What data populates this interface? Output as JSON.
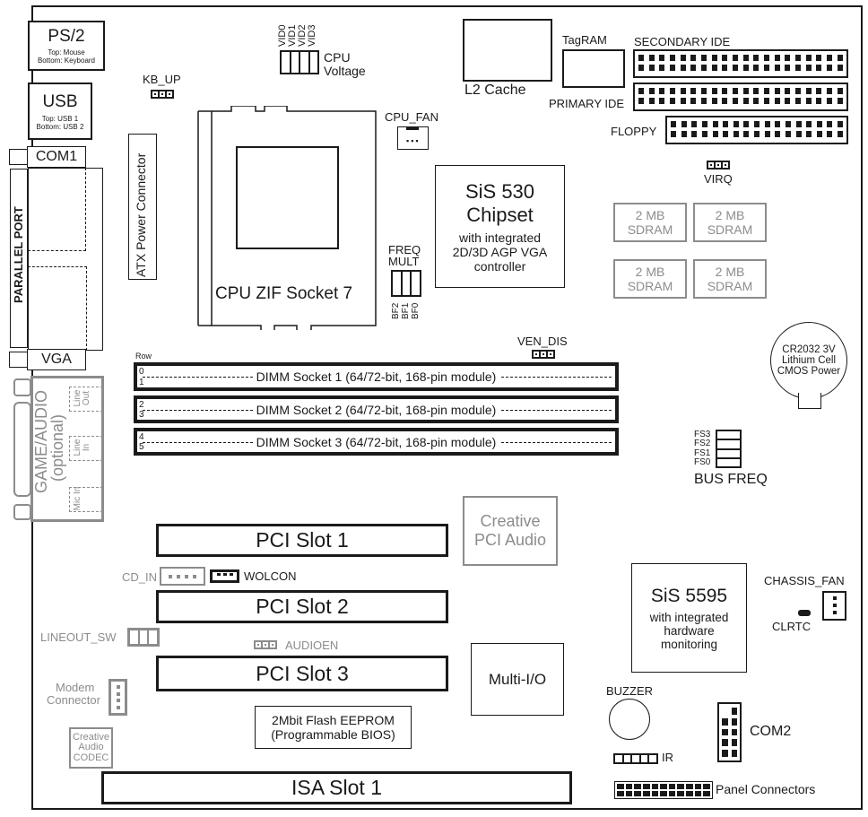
{
  "title": "Motherboard Layout (SiS 530 / Socket 7)",
  "rear_io": {
    "ps2": {
      "label": "PS/2",
      "sub1": "Top: Mouse",
      "sub2": "Bottom: Keyboard"
    },
    "usb": {
      "label": "USB",
      "sub1": "Top: USB 1",
      "sub2": "Bottom: USB 2"
    },
    "com1": "COM1",
    "parallel": "PARALLEL PORT",
    "vga": "VGA",
    "game_audio": {
      "label": "GAME/AUDIO",
      "sub": "(optional)",
      "jacks": [
        "Line Out",
        "Line In",
        "Mic In"
      ]
    }
  },
  "jumpers": {
    "kb_up": "KB_UP",
    "vid": [
      "VID0",
      "VID1",
      "VID2",
      "VID3"
    ],
    "cpu_voltage": "CPU Voltage",
    "freq_mult": "FREQ MULT",
    "bf": [
      "BF2",
      "BF1",
      "BF0"
    ],
    "ven_dis": "VEN_DIS",
    "virq": "VIRQ",
    "bus_freq": "BUS FREQ",
    "fs": [
      "FS3",
      "FS2",
      "FS1",
      "FS0"
    ],
    "clrtc": "CLRTC",
    "lineout_sw": "LINEOUT_SW",
    "audioen": "AUDIOEN"
  },
  "components": {
    "atx_power": "ATX Power Connector",
    "cpu_socket": "CPU ZIF Socket 7",
    "cpu_fan": "CPU_FAN",
    "l2_cache": "L2 Cache",
    "tagram": "TagRAM",
    "secondary_ide": "SECONDARY IDE",
    "primary_ide": "PRIMARY IDE",
    "floppy": "FLOPPY",
    "sis530": {
      "name": "SiS 530",
      "name2": "Chipset",
      "desc1": "with integrated",
      "desc2": "2D/3D AGP VGA",
      "desc3": "controller"
    },
    "sdram": [
      {
        "size": "2 MB",
        "type": "SDRAM"
      },
      {
        "size": "2 MB",
        "type": "SDRAM"
      },
      {
        "size": "2 MB",
        "type": "SDRAM"
      },
      {
        "size": "2 MB",
        "type": "SDRAM"
      }
    ],
    "battery": {
      "line1": "CR2032 3V",
      "line2": "Lithium Cell",
      "line3": "CMOS Power"
    },
    "row_label": "Row",
    "dimms": [
      {
        "label": "DIMM Socket 1 (64/72-bit, 168-pin module)",
        "rows": [
          "0",
          "1"
        ]
      },
      {
        "label": "DIMM Socket 2 (64/72-bit, 168-pin module)",
        "rows": [
          "2",
          "3"
        ]
      },
      {
        "label": "DIMM Socket 3 (64/72-bit, 168-pin module)",
        "rows": [
          "4",
          "5"
        ]
      }
    ],
    "creative_pci_audio": {
      "line1": "Creative",
      "line2": "PCI Audio"
    },
    "pci_slots": [
      "PCI Slot 1",
      "PCI Slot 2",
      "PCI Slot 3"
    ],
    "cd_in": "CD_IN",
    "wolcon": "WOLCON",
    "modem": {
      "line1": "Modem",
      "line2": "Connector"
    },
    "codec": {
      "line1": "Creative",
      "line2": "Audio",
      "line3": "CODEC"
    },
    "flash": {
      "line1": "2Mbit Flash EEPROM",
      "line2": "(Programmable BIOS)"
    },
    "multi_io": "Multi-I/O",
    "sis5595": {
      "name": "SiS 5595",
      "desc1": "with integrated",
      "desc2": "hardware",
      "desc3": "monitoring"
    },
    "chassis_fan": "CHASSIS_FAN",
    "buzzer": "BUZZER",
    "com2": "COM2",
    "ir": "IR",
    "isa_slot": "ISA Slot 1",
    "panel": "Panel Connectors"
  }
}
